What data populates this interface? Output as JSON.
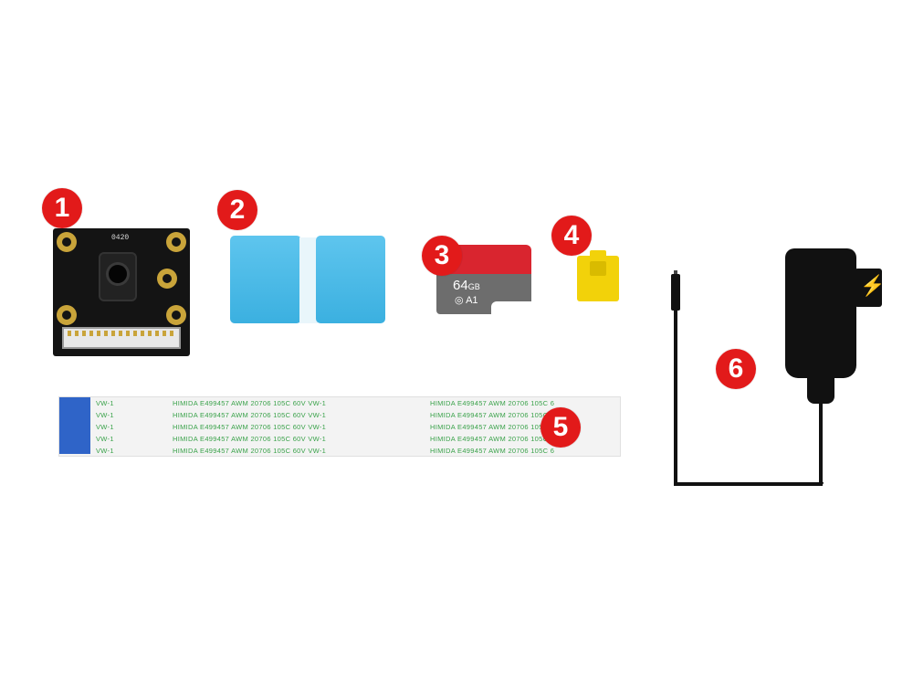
{
  "badges": [
    "1",
    "2",
    "3",
    "4",
    "5",
    "6"
  ],
  "camera": {
    "label": "0420"
  },
  "sd_card": {
    "capacity": "64",
    "unit": "GB",
    "class_mark": "A1"
  },
  "cable_text": {
    "left_block": "VW-1",
    "row_text": "HIMIDA   E499457   AWM   20706   105C   60V   VW-1",
    "right_text": "HIMIDA   E499457   AWM   20706   105C   6"
  },
  "colors": {
    "badge_red": "#e21a1a",
    "camera_board": "#141414",
    "heatsink_blue": "#3bb0e0",
    "sd_red": "#d9252f",
    "sd_gray": "#6d6d6d",
    "jumper_yellow": "#f2d20a",
    "cable_blue": "#2f64c8",
    "adapter_black": "#111111"
  }
}
